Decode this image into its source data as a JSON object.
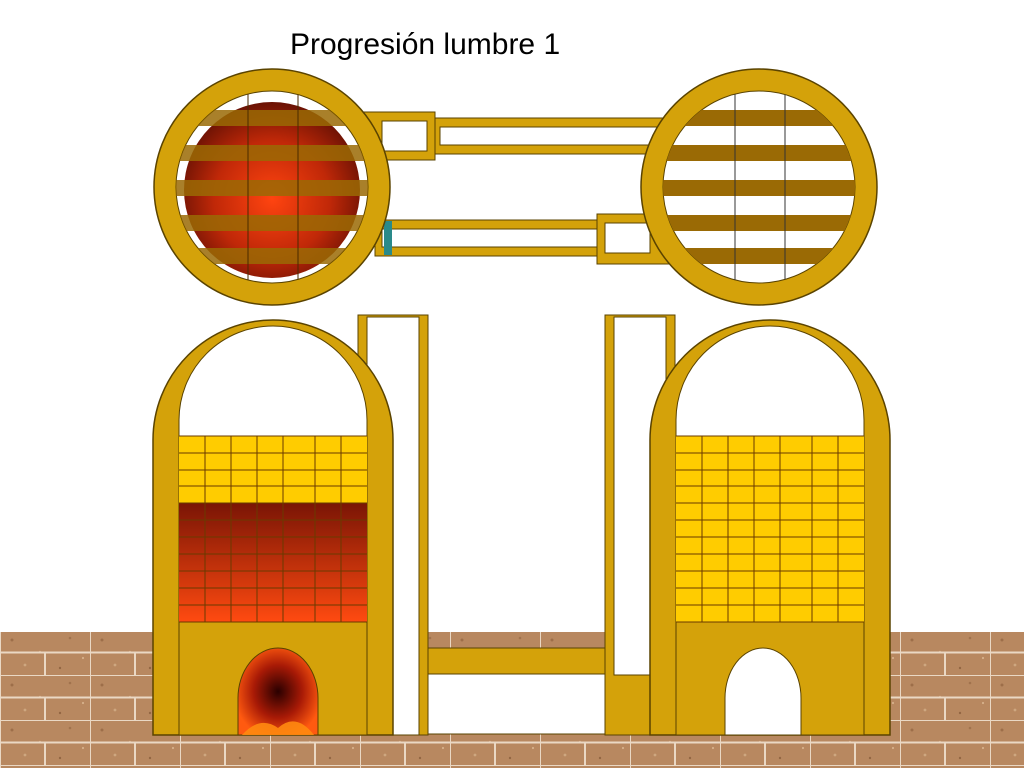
{
  "title": "Progresión lumbre 1",
  "colors": {
    "structure": "#d4a20a",
    "structure_edge": "#5a4300",
    "slat": "#9a6a05",
    "brick_cool": "#ffcc00",
    "brick_hot_top": "#7a1505",
    "brick_hot_bottom": "#ff4a10",
    "fire_center": "#2a0000",
    "fire_outer": "#ff5a10",
    "ground": "#b88860",
    "ground_grid": "#ead8c4",
    "marker": "#2a8a8a"
  },
  "diagram": {
    "kilns": [
      {
        "name": "left-kiln",
        "state": "burning",
        "hot_courses": 7,
        "cool_courses": 4
      },
      {
        "name": "right-kiln",
        "state": "cold",
        "hot_courses": 0,
        "cool_courses": 11
      }
    ]
  }
}
